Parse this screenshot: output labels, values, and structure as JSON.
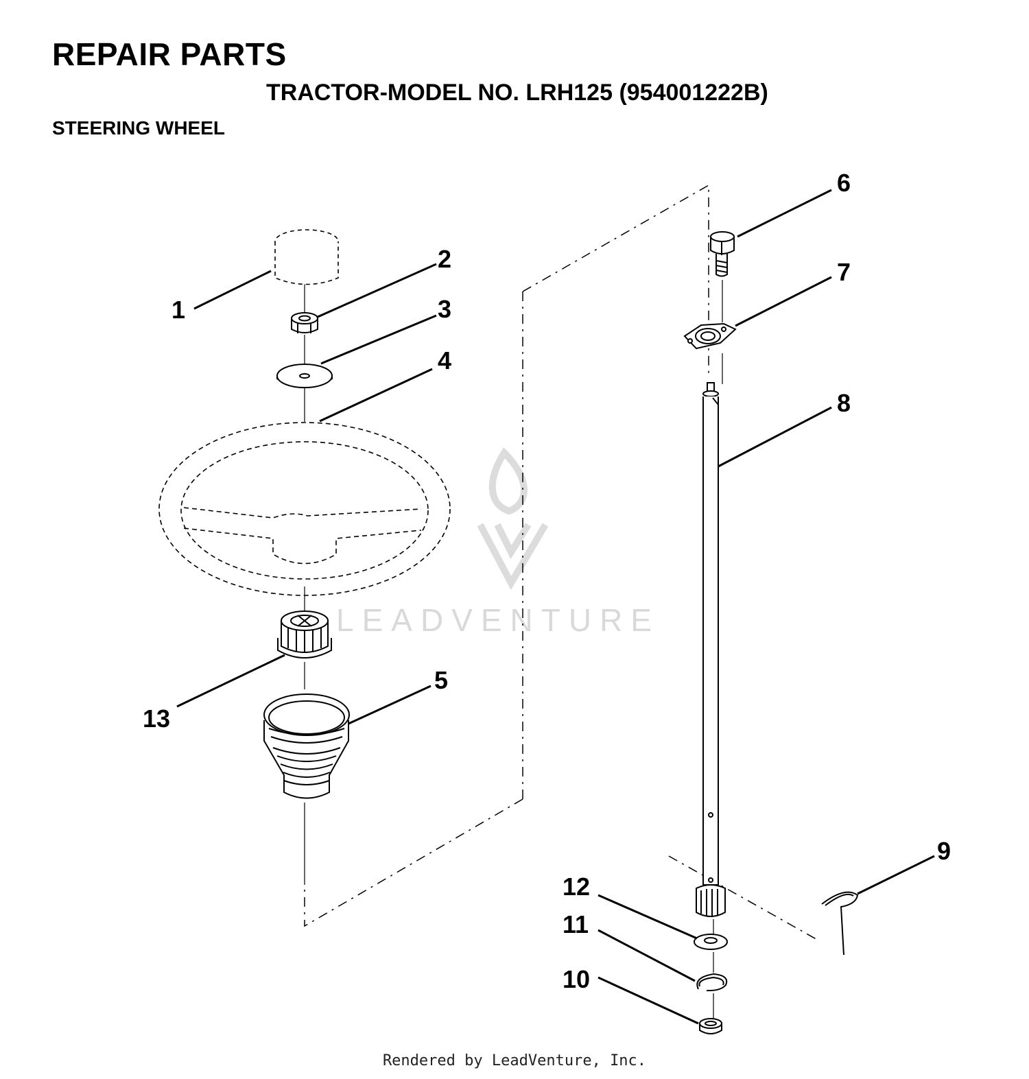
{
  "header": {
    "title": "REPAIR PARTS",
    "model": "TRACTOR-MODEL NO. LRH125 (954001222B)",
    "section": "STEERING WHEEL"
  },
  "callouts": {
    "c1": "1",
    "c2": "2",
    "c3": "3",
    "c4": "4",
    "c5": "5",
    "c6": "6",
    "c7": "7",
    "c8": "8",
    "c9": "9",
    "c10": "10",
    "c11": "11",
    "c12": "12",
    "c13": "13"
  },
  "watermark": {
    "text": "LEADVENTURE"
  },
  "footer": {
    "text": "Rendered by LeadVenture, Inc."
  },
  "colors": {
    "line": "#000000",
    "watermark": "#d9d9d9"
  }
}
